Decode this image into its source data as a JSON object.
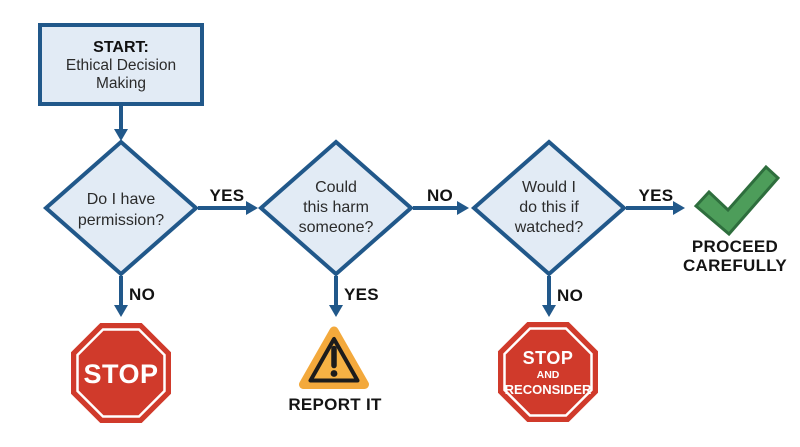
{
  "title": "Ethical Decision Making Flowchart",
  "palette": {
    "background": "#ffffff",
    "node_fill": "#e2ebf5",
    "node_stroke": "#21588a",
    "arrow": "#21588a",
    "label_text": "#131313",
    "stop_red": "#d03a2b",
    "sign_ring": "#ffffff",
    "warning_yellow": "#f3a93c",
    "warning_inner": "#f6b244",
    "warning_black": "#1c1c1c",
    "check_green": "#4d9d5a",
    "check_stroke": "#2e6e3d"
  },
  "nodes": {
    "start": {
      "line1": "START:",
      "line2": "Ethical Decision",
      "line3": "Making"
    },
    "permission": {
      "line1": "Do I have",
      "line2": "permission?"
    },
    "harm": {
      "line1": "Could",
      "line2": "this harm",
      "line3": "someone?"
    },
    "watched": {
      "line1": "Would I",
      "line2": "do this if",
      "line3": "watched?"
    },
    "stop": {
      "label": "STOP"
    },
    "report": {
      "label": "REPORT IT"
    },
    "stop_reconsider": {
      "line1": "STOP",
      "line2": "AND",
      "line3": "RECONSIDER"
    },
    "proceed": {
      "line1": "PROCEED",
      "line2": "CAREFULLY"
    }
  },
  "edge_labels": {
    "permission_yes": "YES",
    "permission_no": "NO",
    "harm_no": "NO",
    "harm_yes": "YES",
    "watched_yes": "YES",
    "watched_no": "NO"
  }
}
